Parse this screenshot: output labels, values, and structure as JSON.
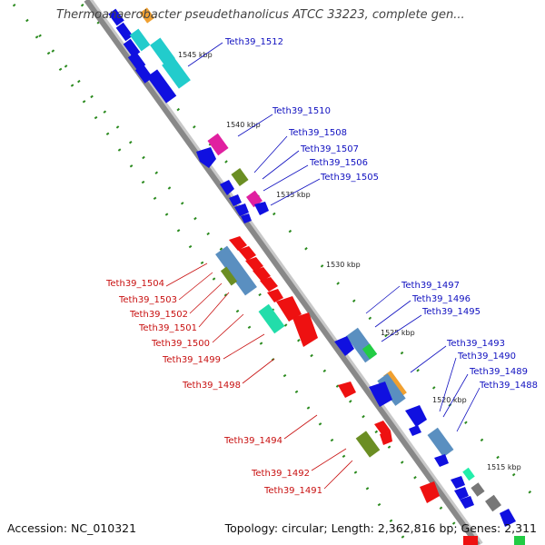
{
  "header": {
    "title": "Thermoanaerobacter pseudethanolicus ATCC 33223, complete gen..."
  },
  "footer": {
    "accession": "Accession: NC_010321",
    "topology": "Topology: circular; Length: 2,362,816 bp; Genes: 2,311"
  },
  "ruler_ticks": [
    "1545 kbp",
    "1540 kbp",
    "1535 kbp",
    "1530 kbp",
    "1525 kbp",
    "1520 kbp",
    "1515 kbp"
  ],
  "genes_forward": [
    "Teth39_1512",
    "Teth39_1510",
    "Teth39_1508",
    "Teth39_1507",
    "Teth39_1506",
    "Teth39_1505",
    "Teth39_1497",
    "Teth39_1496",
    "Teth39_1495",
    "Teth39_1493",
    "Teth39_1490",
    "Teth39_1489",
    "Teth39_1488"
  ],
  "genes_reverse": [
    "Teth39_1504",
    "Teth39_1503",
    "Teth39_1502",
    "Teth39_1501",
    "Teth39_1500",
    "Teth39_1499",
    "Teth39_1498",
    "Teth39_1494",
    "Teth39_1492",
    "Teth39_1491"
  ],
  "colors": {
    "forward_label": "#1010c0",
    "reverse_label": "#c81010",
    "backbone": "#8a8a8a",
    "dots": "#2a8a1e"
  }
}
